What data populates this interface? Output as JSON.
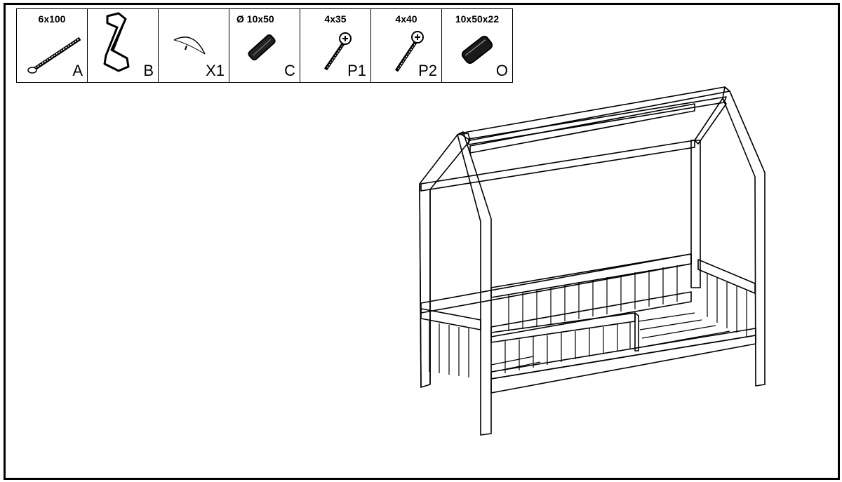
{
  "parts": [
    {
      "dimension": "6x100",
      "code": "A",
      "icon": "bolt-icon"
    },
    {
      "dimension": "",
      "code": "B",
      "icon": "hex-key-icon"
    },
    {
      "dimension": "",
      "code": "X1",
      "icon": "cap-icon"
    },
    {
      "dimension": "Ø  10x50",
      "code": "C",
      "icon": "dowel-icon"
    },
    {
      "dimension": "4x35",
      "code": "P1",
      "icon": "screw-icon"
    },
    {
      "dimension": "4x40",
      "code": "P2",
      "icon": "screw-icon"
    },
    {
      "dimension": "10x50x22",
      "code": "O",
      "icon": "barrel-nut-icon"
    }
  ]
}
